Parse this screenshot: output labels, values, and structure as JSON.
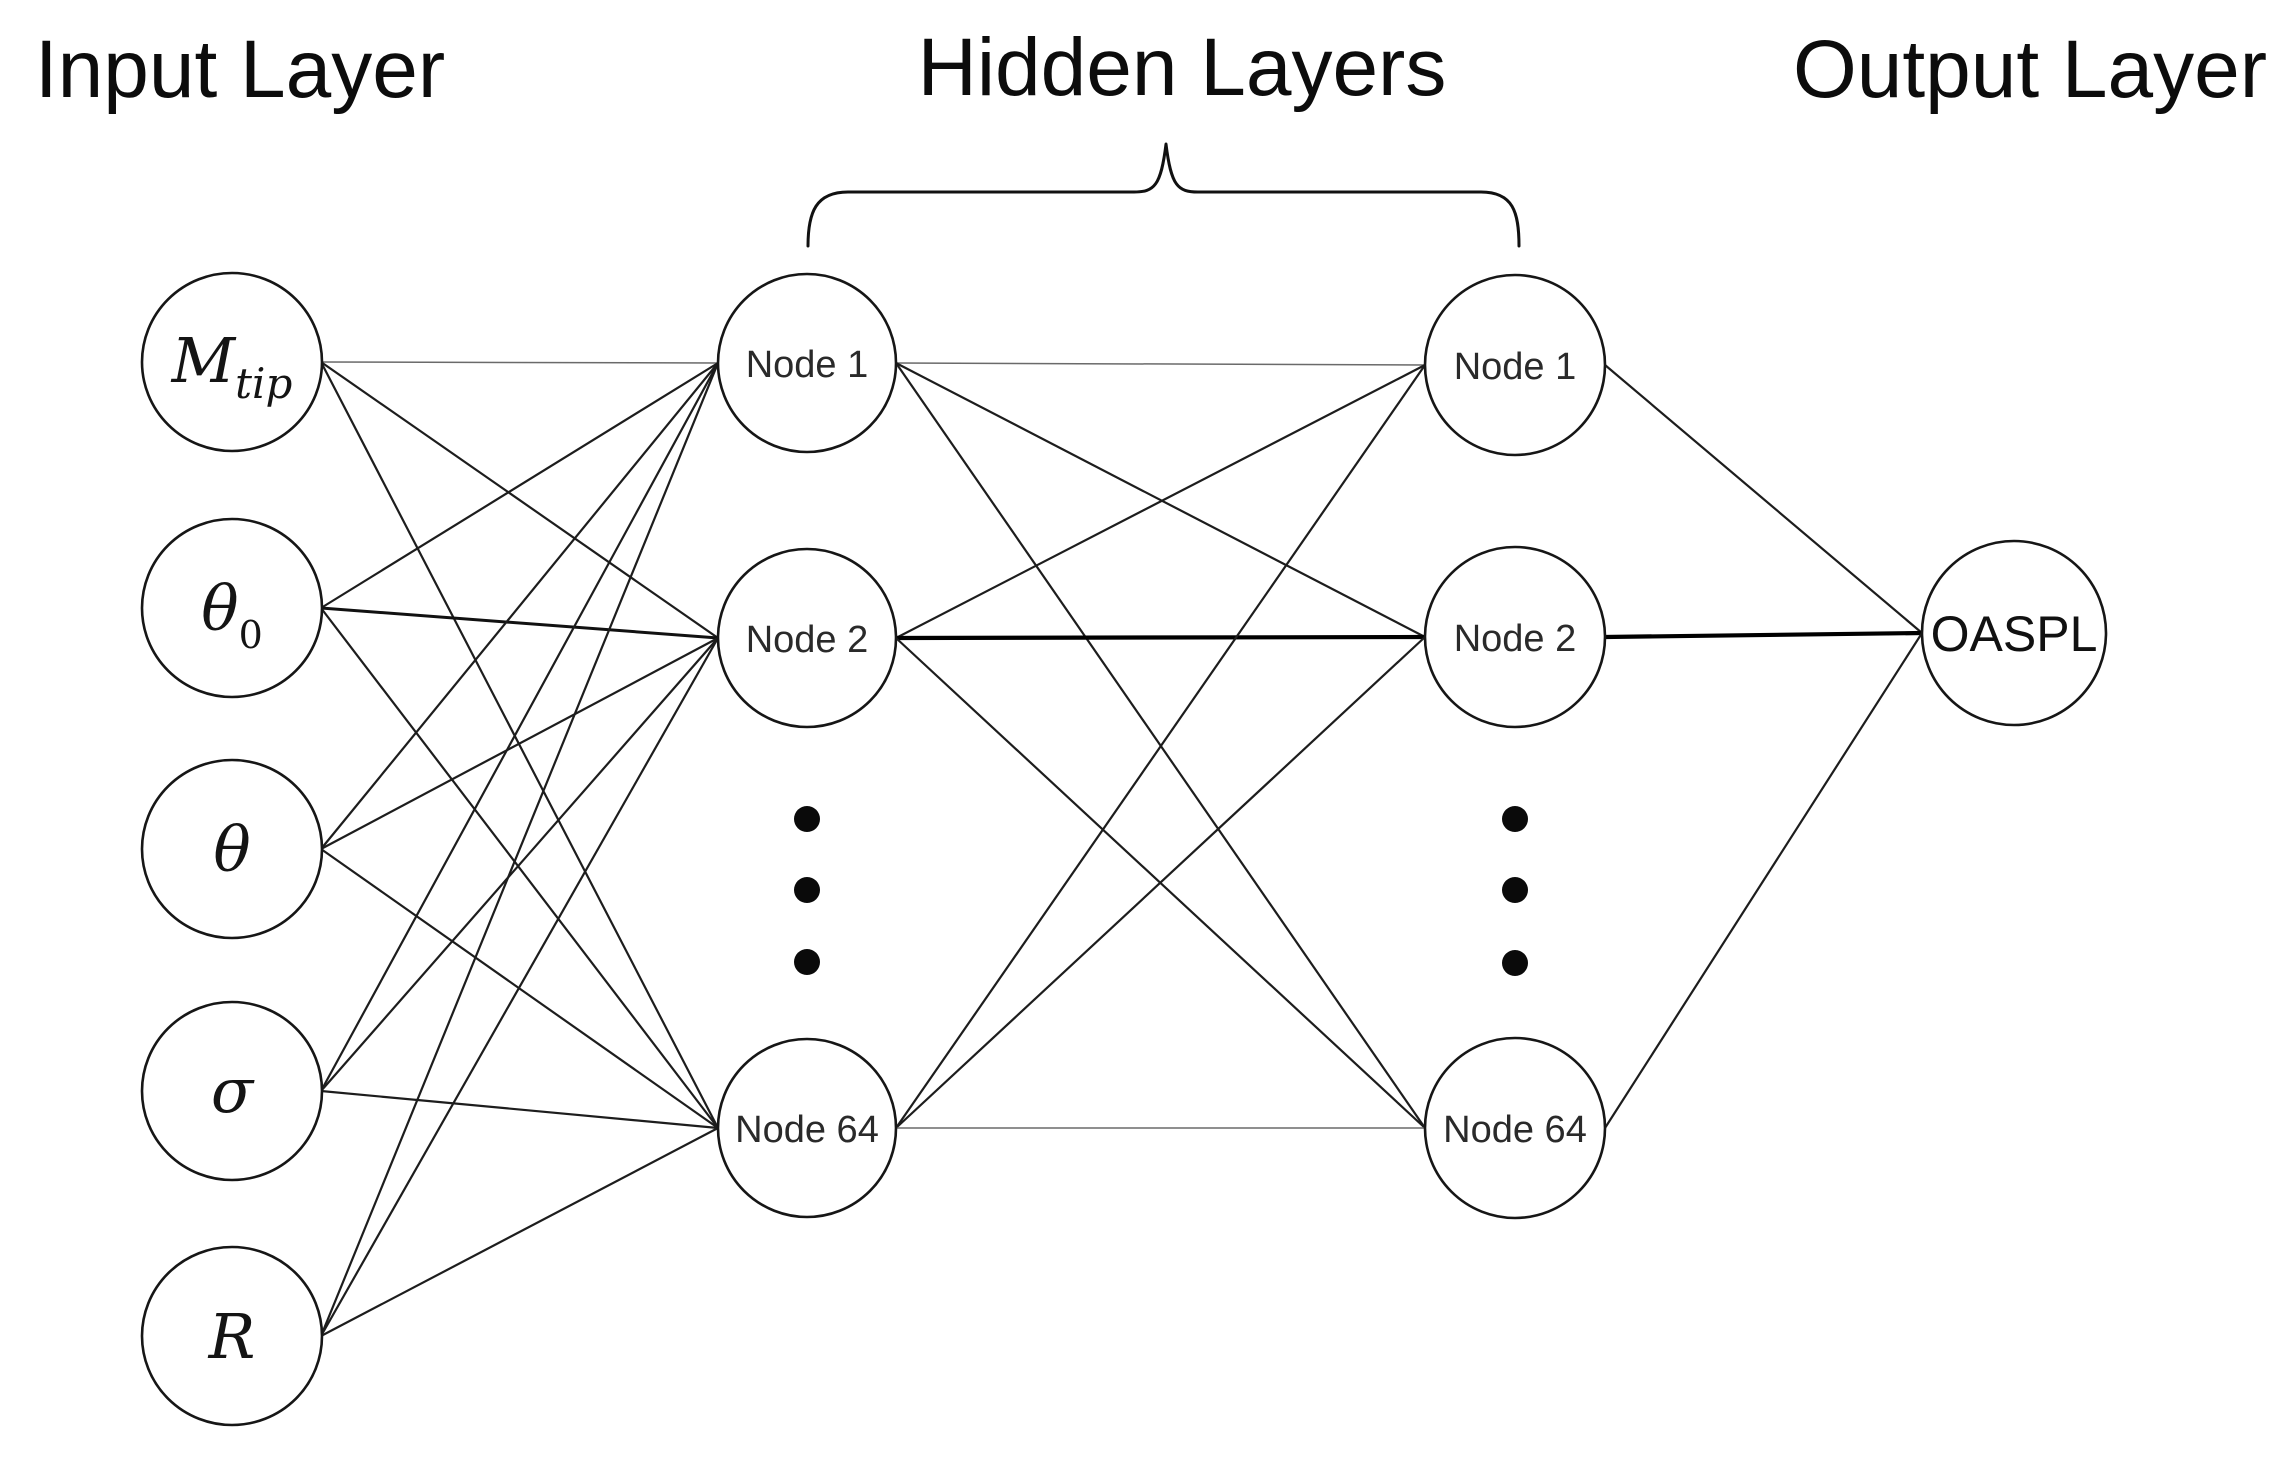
{
  "titles": {
    "input": "Input Layer",
    "hidden": "Hidden Layers",
    "output": "Output Layer"
  },
  "input_layer": {
    "nodes": [
      {
        "main": "M",
        "sub": "tip"
      },
      {
        "main": "θ",
        "sub": "0"
      },
      {
        "main": "θ",
        "sub": ""
      },
      {
        "main": "σ",
        "sub": ""
      },
      {
        "main": "R",
        "sub": ""
      }
    ]
  },
  "hidden_layer_1": {
    "nodes": [
      "Node 1",
      "Node 2",
      "Node 64"
    ]
  },
  "hidden_layer_2": {
    "nodes": [
      "Node 1",
      "Node 2",
      "Node 64"
    ]
  },
  "output_layer": {
    "label": "OASPL"
  },
  "colors": {
    "background": "#ffffff",
    "stroke": "#161616",
    "text": "#111111"
  }
}
